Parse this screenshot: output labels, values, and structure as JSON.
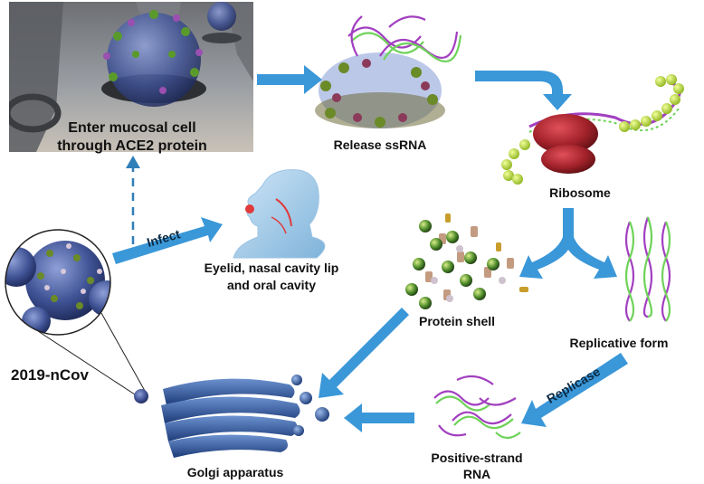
{
  "labels": {
    "entry_line1": "Enter mucosal cell",
    "entry_line2": "through ACE2 protein",
    "release": "Release ssRNA",
    "ribosome": "Ribosome",
    "infect": "Infect",
    "target_line1": "Eyelid, nasal cavity lip",
    "target_line2": "and oral cavity",
    "protein_shell": "Protein shell",
    "replicative_form": "Replicative form",
    "replicase": "Replicase",
    "virus": "2019-nCov",
    "positive_line1": "Positive-strand",
    "positive_line2": "RNA",
    "golgi": "Golgi apparatus"
  },
  "colors": {
    "arrow": "#3a97d8",
    "virus_body": "#3a4e8e",
    "spike_green": "#5a9a2a",
    "spike_purple": "#9b4fb0",
    "rna_purple": "#a23fc0",
    "rna_green": "#6fd25a",
    "ribosome_red": "#a3222a",
    "ribosome_chain": "#c8e84a",
    "golgi_blue": "#2f5a9e"
  }
}
